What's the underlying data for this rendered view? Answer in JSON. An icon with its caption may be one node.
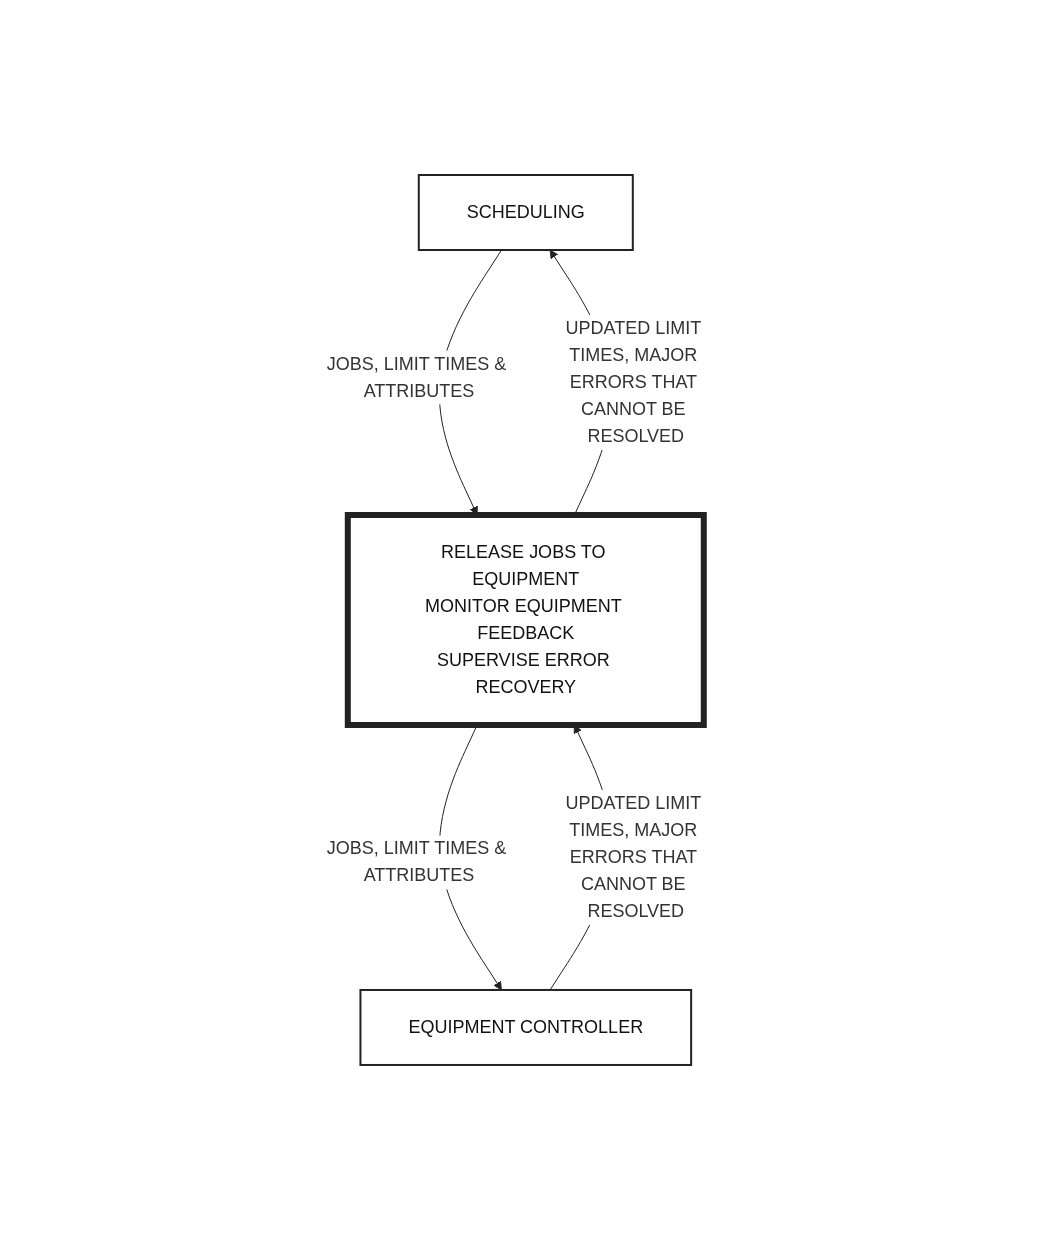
{
  "diagram": {
    "nodes": [
      {
        "text": [
          "SCHEDULING"
        ]
      },
      {
        "text": [
          "RELEASE JOBS TO EQUIPMENT",
          "MONITOR EQUIPMENT FEEDBACK",
          "SUPERVISE ERROR RECOVERY"
        ]
      },
      {
        "text": [
          "EQUIPMENT CONTROLLER"
        ]
      }
    ],
    "edges": [
      {
        "from": 0,
        "to": 1,
        "arrow": "to",
        "label": "JOBS, LIMIT TIMES & ATTRIBUTES"
      },
      {
        "from": 1,
        "to": 0,
        "arrow": "to",
        "label": "UPDATED LIMIT TIMES, MAJOR ERRORS THAT CANNOT BE RESOLVED"
      },
      {
        "from": 1,
        "to": 2,
        "arrow": "to",
        "label": "JOBS, LIMIT TIMES & ATTRIBUTES"
      },
      {
        "from": 2,
        "to": 1,
        "arrow": "to",
        "label": "UPDATED LIMIT TIMES, MAJOR ERRORS THAT CANNOT BE RESOLVED"
      }
    ]
  }
}
